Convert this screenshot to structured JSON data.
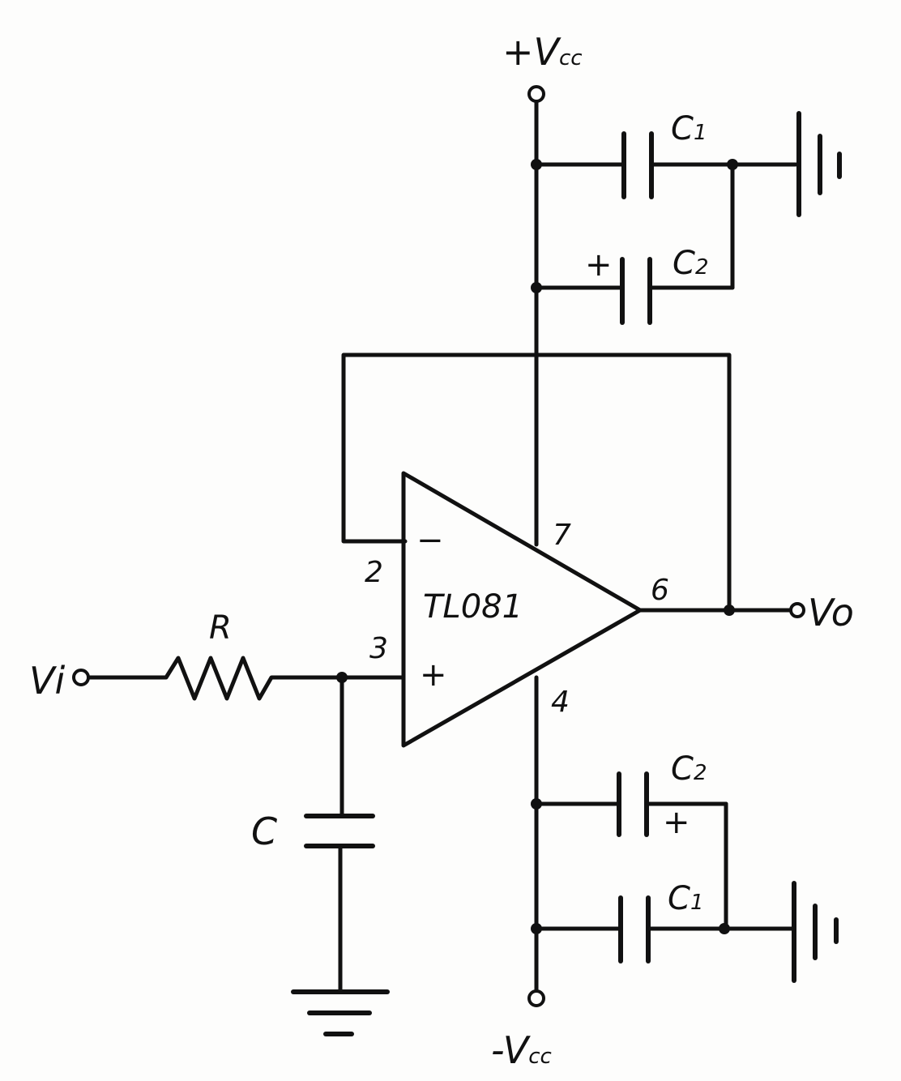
{
  "diagram": {
    "opamp": {
      "part": "TL081",
      "inverting_symbol": "−",
      "noninverting_symbol": "+"
    },
    "pins": {
      "inverting": "2",
      "noninverting": "3",
      "output": "6",
      "v_pos": "7",
      "v_neg": "4"
    },
    "supply": {
      "positive": {
        "sign": "+",
        "label": "V",
        "sub": "cc"
      },
      "negative": {
        "sign": "-",
        "label": "V",
        "sub": "cc"
      }
    },
    "input": {
      "label": "Vi"
    },
    "output": {
      "label": "Vo"
    },
    "components": {
      "resistor": "R",
      "capacitor": "C",
      "top_c1": {
        "label": "C",
        "sub": "1"
      },
      "top_c2": {
        "label": "C",
        "sub": "2",
        "polarity": "+"
      },
      "bottom_c2": {
        "label": "C",
        "sub": "2",
        "polarity": "+"
      },
      "bottom_c1": {
        "label": "C",
        "sub": "1"
      }
    }
  }
}
